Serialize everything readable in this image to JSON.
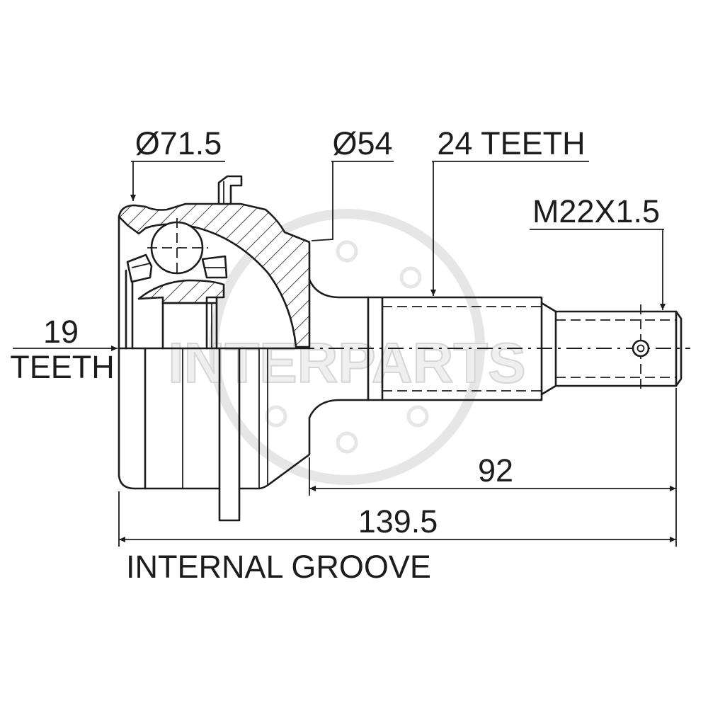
{
  "labels": {
    "dia_outer": "Ø71.5",
    "dia_neck": "Ø54",
    "shaft_teeth": "24 TEETH",
    "thread": "M22X1.5",
    "inner_teeth_count": "19",
    "inner_teeth_word": "TEETH",
    "length_shaft": "92",
    "length_total": "139.5",
    "note": "INTERNAL GROOVE"
  },
  "watermark": "INTERPARTS",
  "colors": {
    "line": "#1c1c1c",
    "watermark": "#d6d6d6",
    "background": "#ffffff"
  }
}
